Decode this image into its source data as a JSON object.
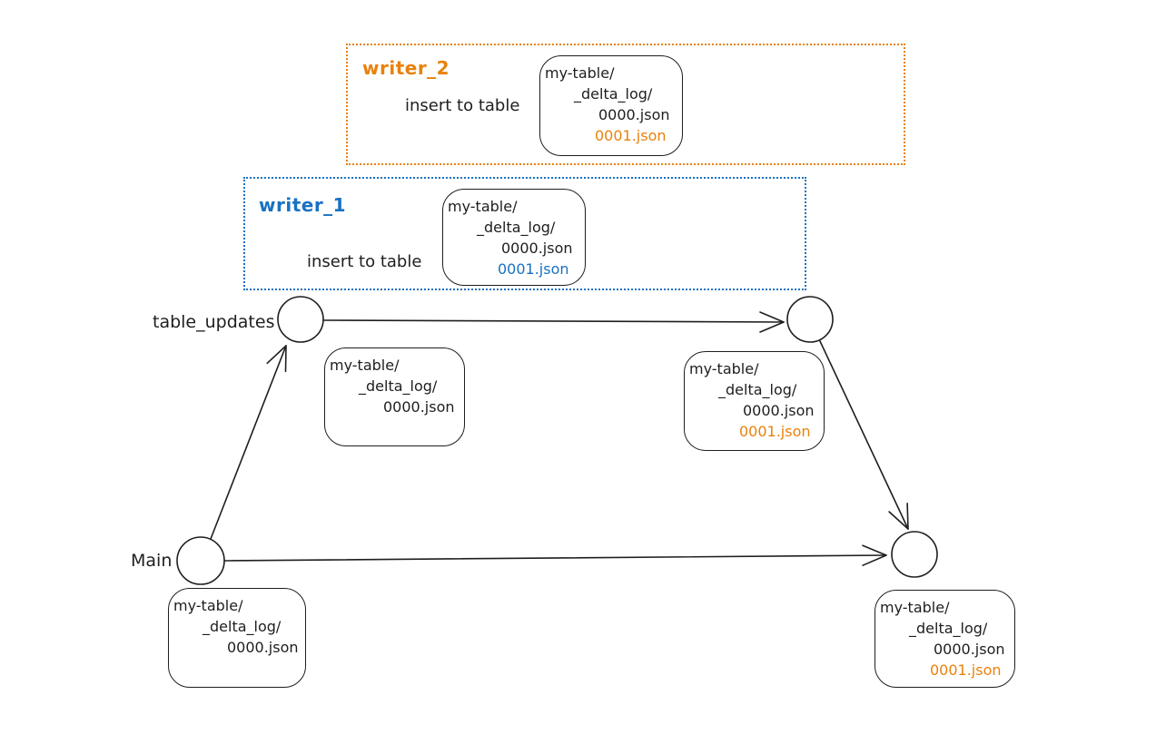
{
  "canvas": {
    "background": "#ffffff",
    "ink": "#1e1e1e"
  },
  "writers": [
    {
      "name": "writer_2",
      "accent": "#e8820c",
      "action": "insert to table"
    },
    {
      "name": "writer_1",
      "accent": "#1971c2",
      "action": "insert to table"
    }
  ],
  "branch_labels": {
    "top": "table_updates",
    "bottom": "Main"
  },
  "file_boxes": [
    {
      "lines": [
        {
          "text": "my-table/",
          "color": "#1e1e1e"
        },
        {
          "text": "_delta_log/",
          "color": "#1e1e1e"
        },
        {
          "text": "0000.json",
          "color": "#1e1e1e"
        },
        {
          "text": "0001.json",
          "color": "#e8820c"
        }
      ]
    },
    {
      "lines": [
        {
          "text": "my-table/",
          "color": "#1e1e1e"
        },
        {
          "text": "_delta_log/",
          "color": "#1e1e1e"
        },
        {
          "text": "0000.json",
          "color": "#1e1e1e"
        },
        {
          "text": "0001.json",
          "color": "#1971c2"
        }
      ]
    },
    {
      "lines": [
        {
          "text": "my-table/",
          "color": "#1e1e1e"
        },
        {
          "text": "_delta_log/",
          "color": "#1e1e1e"
        },
        {
          "text": "0000.json",
          "color": "#1e1e1e"
        }
      ]
    },
    {
      "lines": [
        {
          "text": "my-table/",
          "color": "#1e1e1e"
        },
        {
          "text": "_delta_log/",
          "color": "#1e1e1e"
        },
        {
          "text": "0000.json",
          "color": "#1e1e1e"
        },
        {
          "text": "0001.json",
          "color": "#e8820c"
        }
      ]
    },
    {
      "lines": [
        {
          "text": "my-table/",
          "color": "#1e1e1e"
        },
        {
          "text": "_delta_log/",
          "color": "#1e1e1e"
        },
        {
          "text": "0000.json",
          "color": "#1e1e1e"
        }
      ]
    },
    {
      "lines": [
        {
          "text": "my-table/",
          "color": "#1e1e1e"
        },
        {
          "text": "_delta_log/",
          "color": "#1e1e1e"
        },
        {
          "text": "0000.json",
          "color": "#1e1e1e"
        },
        {
          "text": "0001.json",
          "color": "#e8820c"
        }
      ]
    }
  ]
}
